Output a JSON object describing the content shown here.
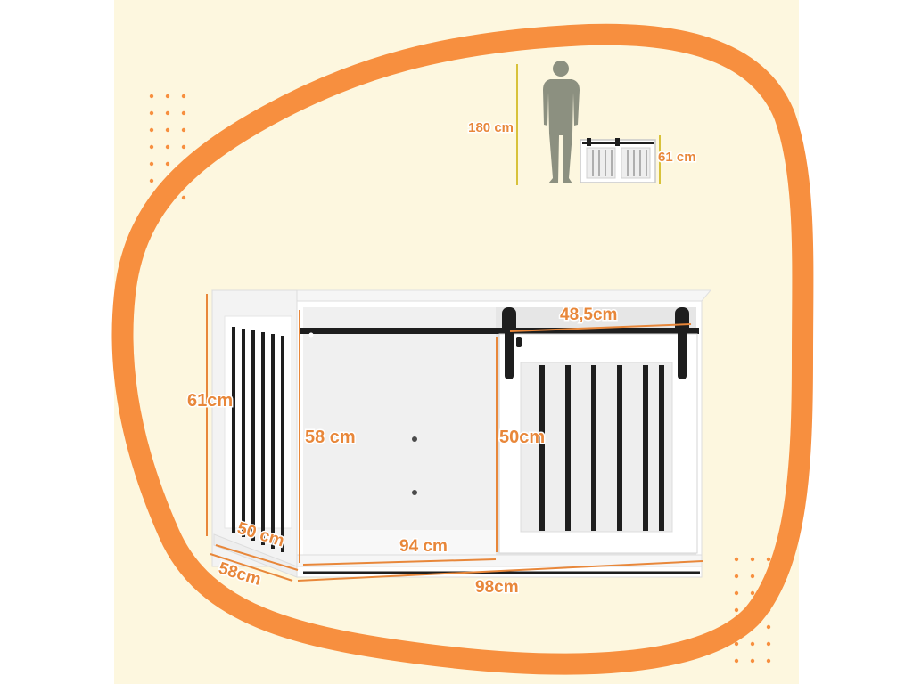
{
  "colors": {
    "cream": "#fdf7df",
    "orange": "#f78f3f",
    "dimension": "#e8873a",
    "scale_line": "#d8c23a",
    "person": "#8c9080",
    "cabinet": "#ffffff",
    "metal": "#1e1e1e"
  },
  "icons": [
    "person-silhouette-icon",
    "mini-kennel-icon"
  ],
  "scale_reference": {
    "person_height": "180 cm",
    "kennel_height": "61 cm"
  },
  "dimensions": {
    "total_height": "61cm",
    "interior_height": "58 cm",
    "door_height": "50cm",
    "door_width": "48,5cm",
    "interior_depth": "50 cm",
    "total_depth": "58cm",
    "interior_width": "94 cm",
    "total_width": "98cm"
  }
}
